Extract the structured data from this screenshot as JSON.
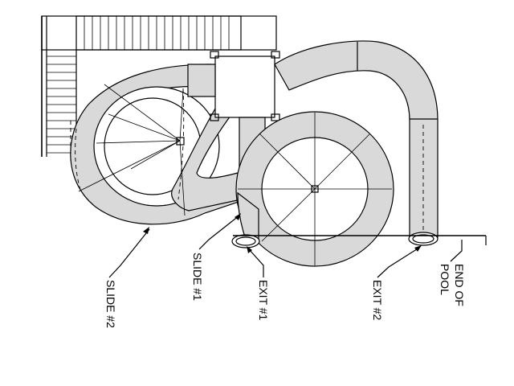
{
  "labels": {
    "slide2": "SLIDE #2",
    "slide1": "SLIDE #1",
    "exit1": "EXIT #1",
    "exit2": "EXIT #2",
    "end_of_pool_line1": "END OF",
    "end_of_pool_line2": "POOL"
  }
}
